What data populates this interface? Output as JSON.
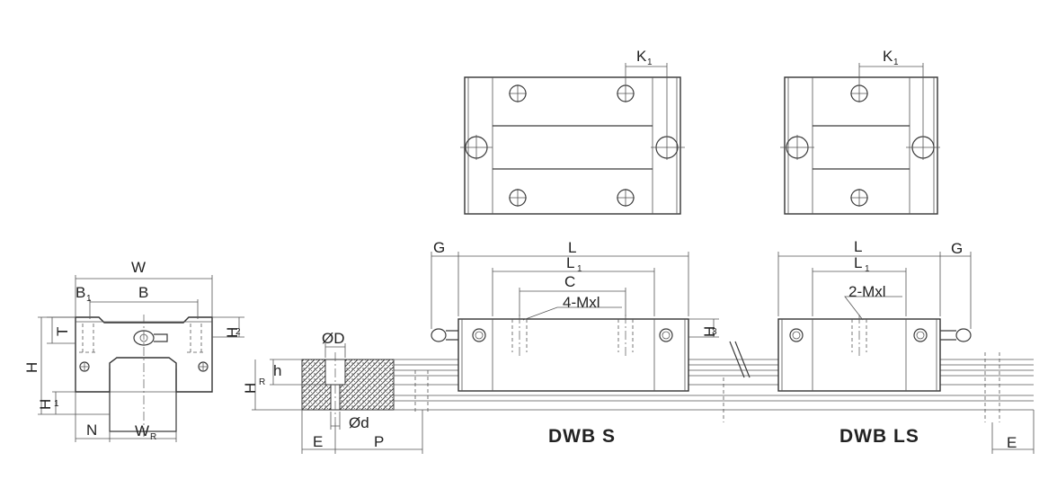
{
  "labels": {
    "W": "W",
    "B": "B",
    "B1": "B",
    "B1_sub": "1",
    "T": "T",
    "H": "H",
    "H1": "H",
    "H1_sub": "1",
    "H2": "H",
    "H2_sub": "2",
    "N": "N",
    "WR": "W",
    "WR_sub": "R",
    "phiD": "ØD",
    "phid": "Ød",
    "HR": "H",
    "HR_sub": "R",
    "h": "h",
    "E_left": "E",
    "P": "P",
    "G_left": "G",
    "L_s": "L",
    "L1_s": "L",
    "L1_s_sub": "1",
    "C": "C",
    "mxl_s": "4-Mxl",
    "H3": "H",
    "H3_sub": "3",
    "K1_s": "K",
    "K1_s_sub": "1",
    "L_ls": "L",
    "L1_ls": "L",
    "L1_ls_sub": "1",
    "mxl_ls": "2-Mxl",
    "G_right": "G",
    "K1_ls": "K",
    "K1_ls_sub": "1",
    "E_right": "E"
  },
  "titles": {
    "dwbs": "DWB S",
    "dwbls": "DWB LS"
  },
  "colors": {
    "line": "#3a3a3a",
    "hatch": "#444444"
  }
}
